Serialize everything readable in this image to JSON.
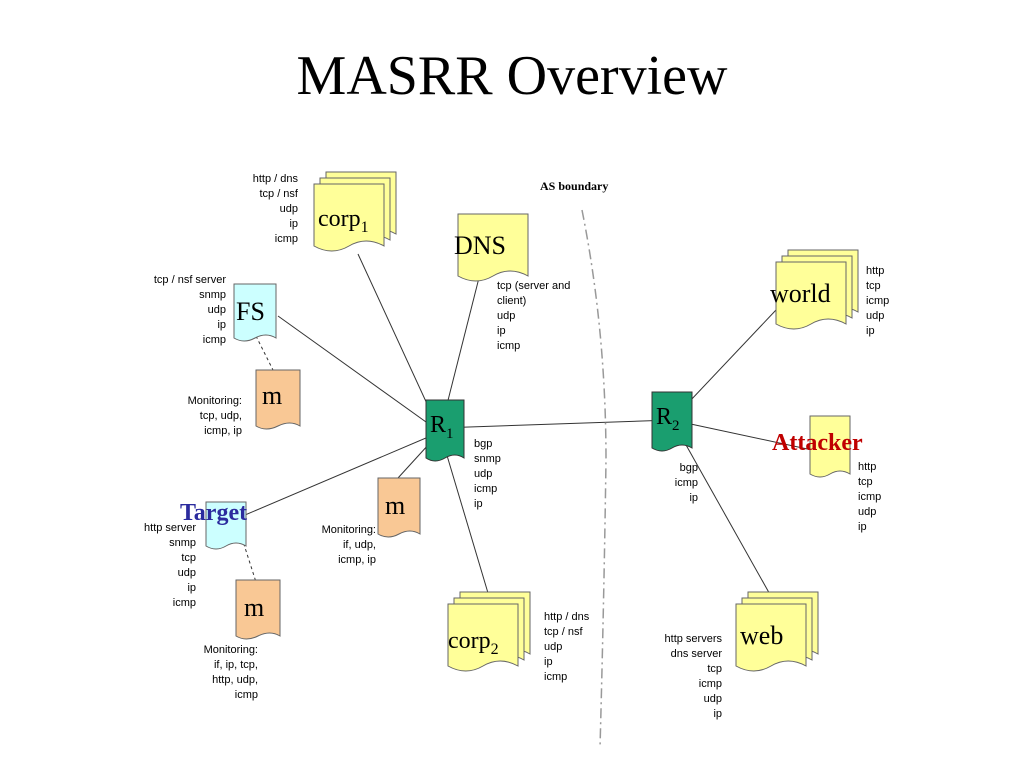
{
  "title": "MASRR Overview",
  "as_boundary": "AS boundary",
  "nodes": {
    "corp1": {
      "name": "corp",
      "sub": "1",
      "protocols": [
        "http / dns",
        "tcp / nsf",
        "udp",
        "ip",
        "icmp"
      ]
    },
    "dns": {
      "name": "DNS",
      "protocols": [
        "tcp (server and",
        "client)",
        "udp",
        "ip",
        "icmp"
      ]
    },
    "fs": {
      "name": "FS",
      "protocols": [
        "tcp / nsf server",
        "snmp",
        "udp",
        "ip",
        "icmp"
      ]
    },
    "m1": {
      "name": "m",
      "protocols": [
        "Monitoring:",
        "tcp, udp,",
        "icmp, ip"
      ]
    },
    "r1": {
      "name": "R",
      "sub": "1",
      "protocols": [
        "bgp",
        "snmp",
        "udp",
        "icmp",
        "ip"
      ]
    },
    "target": {
      "name": "Target",
      "protocols": [
        "http server",
        "snmp",
        "tcp",
        "udp",
        "ip",
        "icmp"
      ]
    },
    "m2": {
      "name": "m",
      "protocols": [
        "Monitoring:",
        "if, udp,",
        "icmp, ip"
      ]
    },
    "m3": {
      "name": "m",
      "protocols": [
        "Monitoring:",
        "if, ip, tcp,",
        "http, udp,",
        "icmp"
      ]
    },
    "corp2": {
      "name": "corp",
      "sub": "2",
      "protocols": [
        "http / dns",
        "tcp / nsf",
        "udp",
        "ip",
        "icmp"
      ]
    },
    "r2": {
      "name": "R",
      "sub": "2",
      "protocols": [
        "bgp",
        "icmp",
        "ip"
      ]
    },
    "world": {
      "name": "world",
      "protocols": [
        "http",
        "tcp",
        "icmp",
        "udp",
        "ip"
      ]
    },
    "attacker": {
      "name": "Attacker",
      "protocols": [
        "http",
        "tcp",
        "icmp",
        "udp",
        "ip"
      ]
    },
    "web": {
      "name": "web",
      "protocols": [
        "http servers",
        "dns server",
        "tcp",
        "icmp",
        "udp",
        "ip"
      ]
    }
  },
  "colors": {
    "yellow_doc": "#ffff99",
    "light_blue_doc": "#ccffff",
    "orange_doc": "#f9c895",
    "router_green": "#1a9e6f",
    "attacker_red": "#c00000",
    "target_blue": "#2b2b9e",
    "boundary_gray": "#999999"
  }
}
